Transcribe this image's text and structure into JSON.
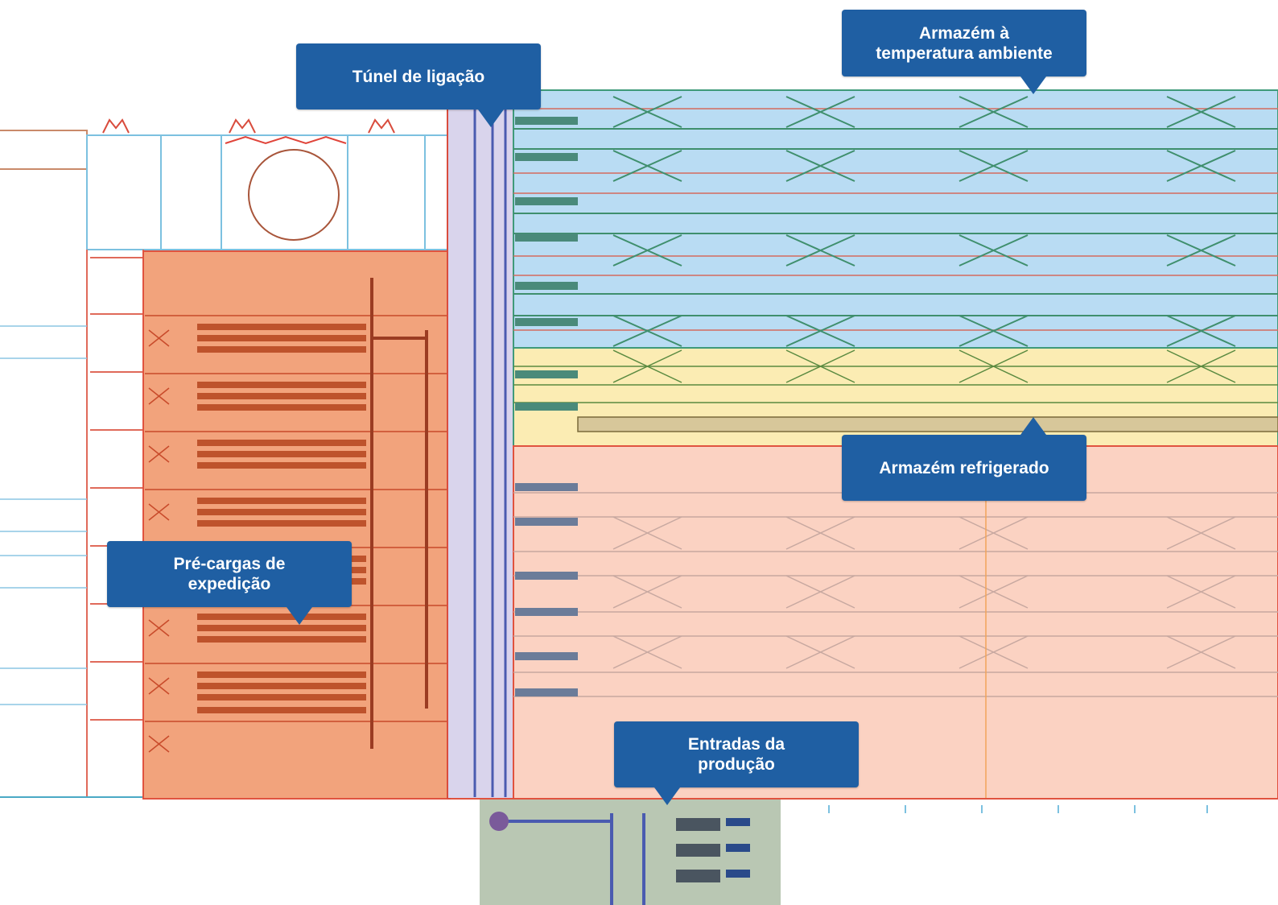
{
  "labels": {
    "tunnel": "Túnel de ligação",
    "ambient": [
      "Armazém à",
      "temperatura ambiente"
    ],
    "refrigerated": "Armazém refrigerado",
    "preloads": [
      "Pré-cargas de",
      "expedição"
    ],
    "production": [
      "Entradas da",
      "produção"
    ]
  },
  "colors": {
    "callout": "#1f5fa3",
    "ambient_zone": "#b9dcf3",
    "refrigerated_zone": "#fbd2c2",
    "preload_zone": "#f2a37c",
    "tunnel_zone": "#d9d4ec",
    "production_zone": "#b9c7b3",
    "yellow_zone": "#fbecb3"
  }
}
